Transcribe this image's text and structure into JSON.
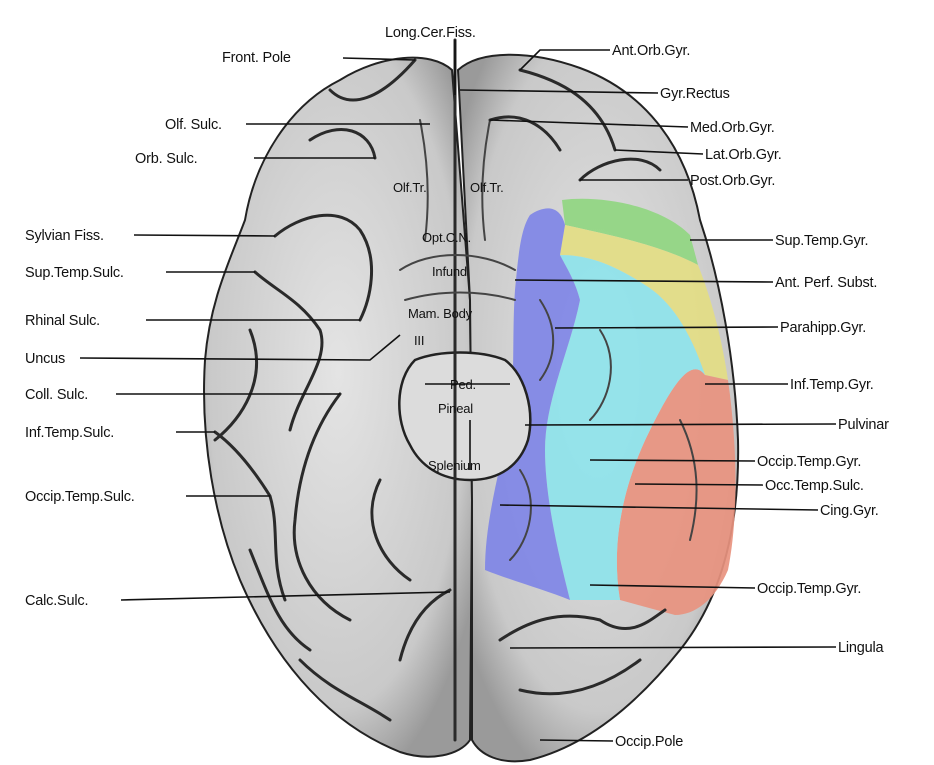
{
  "title": "Long.Cer.Fiss.",
  "left_labels": {
    "front_pole": "Front. Pole",
    "olf_sulc": "Olf. Sulc.",
    "orb_sulc": "Orb. Sulc.",
    "sylvian_fiss": "Sylvian Fiss.",
    "sup_temp_sulc": "Sup.Temp.Sulc.",
    "rhinal_sulc": "Rhinal Sulc.",
    "uncus": "Uncus",
    "coll_sulc": "Coll. Sulc.",
    "inf_temp_sulc": "Inf.Temp.Sulc.",
    "occip_temp_sulc": "Occip.Temp.Sulc.",
    "calc_sulc": "Calc.Sulc."
  },
  "right_labels": {
    "ant_orb_gyr": "Ant.Orb.Gyr.",
    "gyr_rectus": "Gyr.Rectus",
    "med_orb_gyr": "Med.Orb.Gyr.",
    "lat_orb_gyr": "Lat.Orb.Gyr.",
    "post_orb_gyr": "Post.Orb.Gyr.",
    "sup_temp_gyr": "Sup.Temp.Gyr.",
    "ant_perf_subst": "Ant. Perf. Subst.",
    "parahipp_gyr": "Parahipp.Gyr.",
    "inf_temp_gyr": "Inf.Temp.Gyr.",
    "pulvinar": "Pulvinar",
    "occip_temp_gyr_1": "Occip.Temp.Gyr.",
    "occ_temp_sulc": "Occ.Temp.Sulc.",
    "cing_gyr": "Cing.Gyr.",
    "occip_temp_gyr_2": "Occip.Temp.Gyr.",
    "lingula": "Lingula",
    "occip_pole": "Occip.Pole"
  },
  "inner_labels": {
    "olf_tr_left": "Olf.Tr.",
    "olf_tr_right": "Olf.Tr.",
    "opt_c_n": "Opt.C.N.",
    "infund": "Infund",
    "mam_body": "Mam. Body",
    "third_nerve": "III",
    "ped": "Ped.",
    "pineal": "Pineal",
    "splenium": "Splenium"
  },
  "region_colors": {
    "parahipp_gyr": "#7f86e6",
    "occip_temp_gyr": "#8ee3ea",
    "inf_temp_gyr": "#e8937f",
    "yellow_band": "#e3dd84",
    "sup_temp_gyr": "#8fd67f"
  }
}
